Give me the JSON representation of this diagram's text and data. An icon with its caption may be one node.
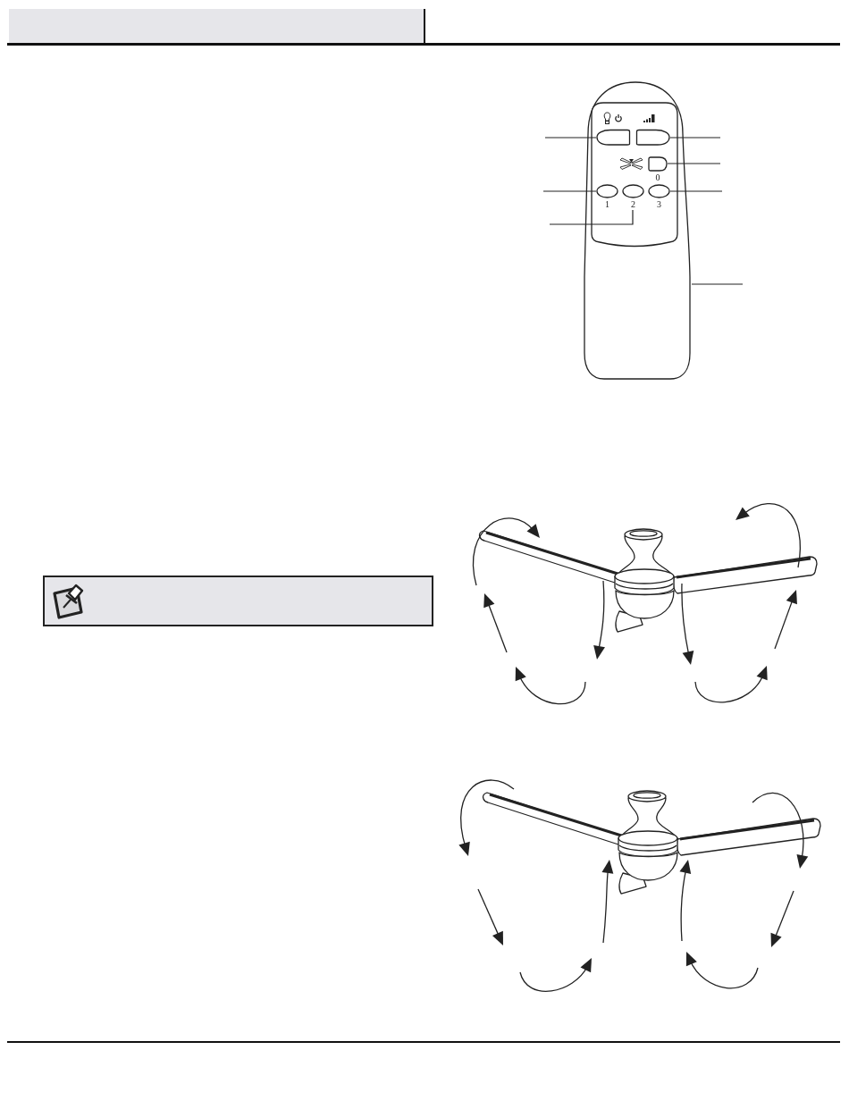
{
  "diagram": {
    "nodes": [
      {
        "text": [],
        "shape": "picture"
      },
      {
        "text": [],
        "shape": "oval",
        "in": 0
      },
      {
        "text": [],
        "shape": "oval",
        "in": 0
      },
      {
        "text": [],
        "shape": "box",
        "in": 0,
        "beside": [
          "0"
        ]
      },
      {
        "text": [],
        "shape": "oval",
        "in": 0,
        "beside": [
          "1"
        ]
      },
      {
        "text": [],
        "shape": "oval",
        "in": 0,
        "beside": [
          "2"
        ]
      },
      {
        "text": [],
        "shape": "oval",
        "in": 0,
        "beside": [
          "3"
        ]
      }
    ],
    "edges": [
      {
        "from": null,
        "to": 1,
        "arrow": "none"
      },
      {
        "from": null,
        "to": 2,
        "arrow": "none"
      },
      {
        "from": null,
        "to": 3,
        "arrow": "none"
      },
      {
        "from": null,
        "to": 4,
        "arrow": "none"
      },
      {
        "from": null,
        "to": 6,
        "arrow": "none"
      },
      {
        "from": null,
        "to": 5,
        "arrow": "none"
      },
      {
        "from": null,
        "to": 0,
        "arrow": "none"
      }
    ]
  }
}
